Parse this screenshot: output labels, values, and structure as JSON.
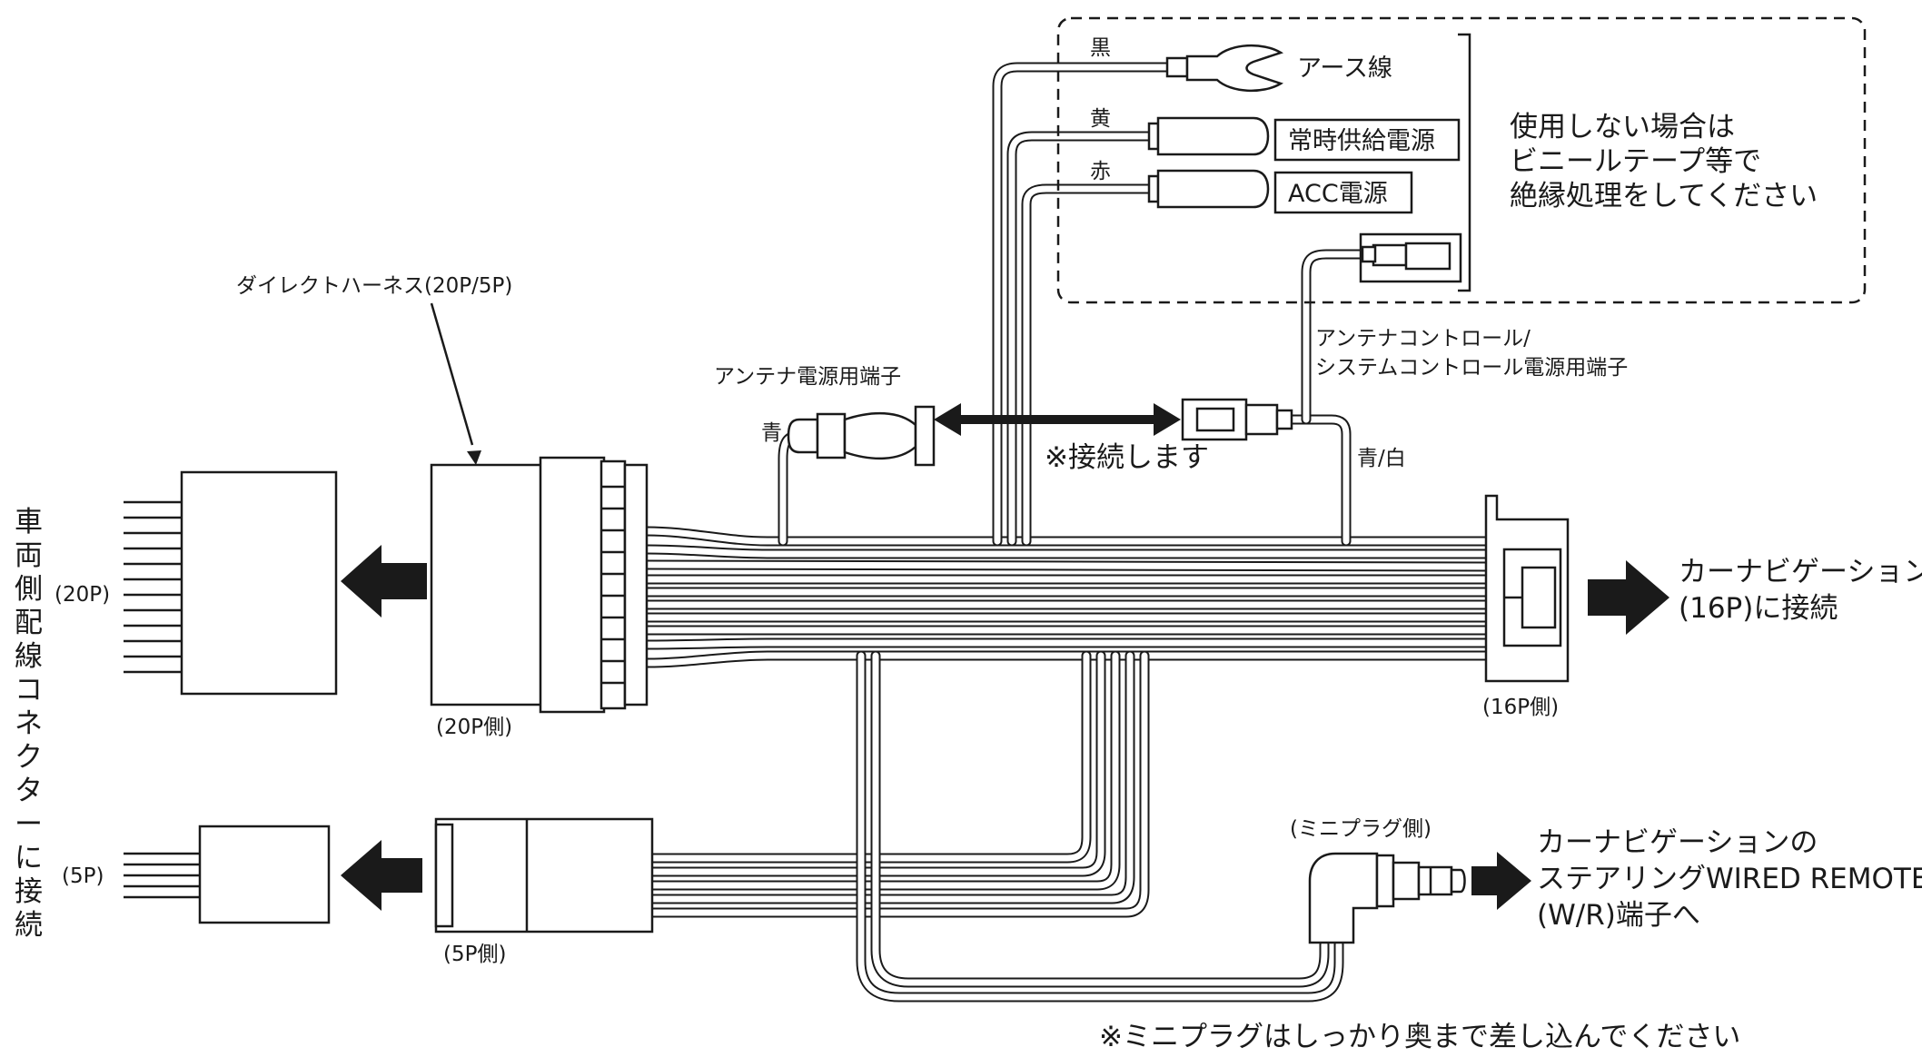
{
  "labels": {
    "harness_title": "ダイレクトハーネス(20P/5P)",
    "vehicle_connector_vertical": [
      "車",
      "両",
      "側",
      "配",
      "線",
      "コ",
      "ネ",
      "ク",
      "タ",
      "ー",
      "に",
      "接",
      "続"
    ],
    "vehicle_20p": "(20P)",
    "vehicle_5p": "(5P)",
    "side_20p": "(20P側)",
    "side_5p": "(5P側)",
    "side_16p": "(16P側)",
    "navi_16p_line1": "カーナビゲーション",
    "navi_16p_line2": "(16P)に接続",
    "antenna_power_terminal": "アンテナ電源用端子",
    "antenna_wire_color": "青",
    "connect_note": "※接続します",
    "antenna_control_line1": "アンテナコントロール/",
    "antenna_control_line2": "システムコントロール電源用端子",
    "control_wire_color": "青/白",
    "color_black": "黒",
    "color_yellow": "黄",
    "color_red": "赤",
    "ground_wire": "アース線",
    "constant_power": "常時供給電源",
    "acc_power": "ACC電源",
    "unused_note_line1": "使用しない場合は",
    "unused_note_line2": "ビニールテープ等で",
    "unused_note_line3": "絶縁処理をしてください",
    "mini_plug_side": "(ミニプラグ側)",
    "steering_line1": "カーナビゲーションの",
    "steering_line2": "ステアリングWIRED REMOTE",
    "steering_line3": "(W/R)端子へ",
    "mini_plug_note": "※ミニプラグはしっかり奥まで差し込んでください"
  },
  "colors": {
    "ink": "#1a1a1a",
    "background": "#ffffff"
  }
}
